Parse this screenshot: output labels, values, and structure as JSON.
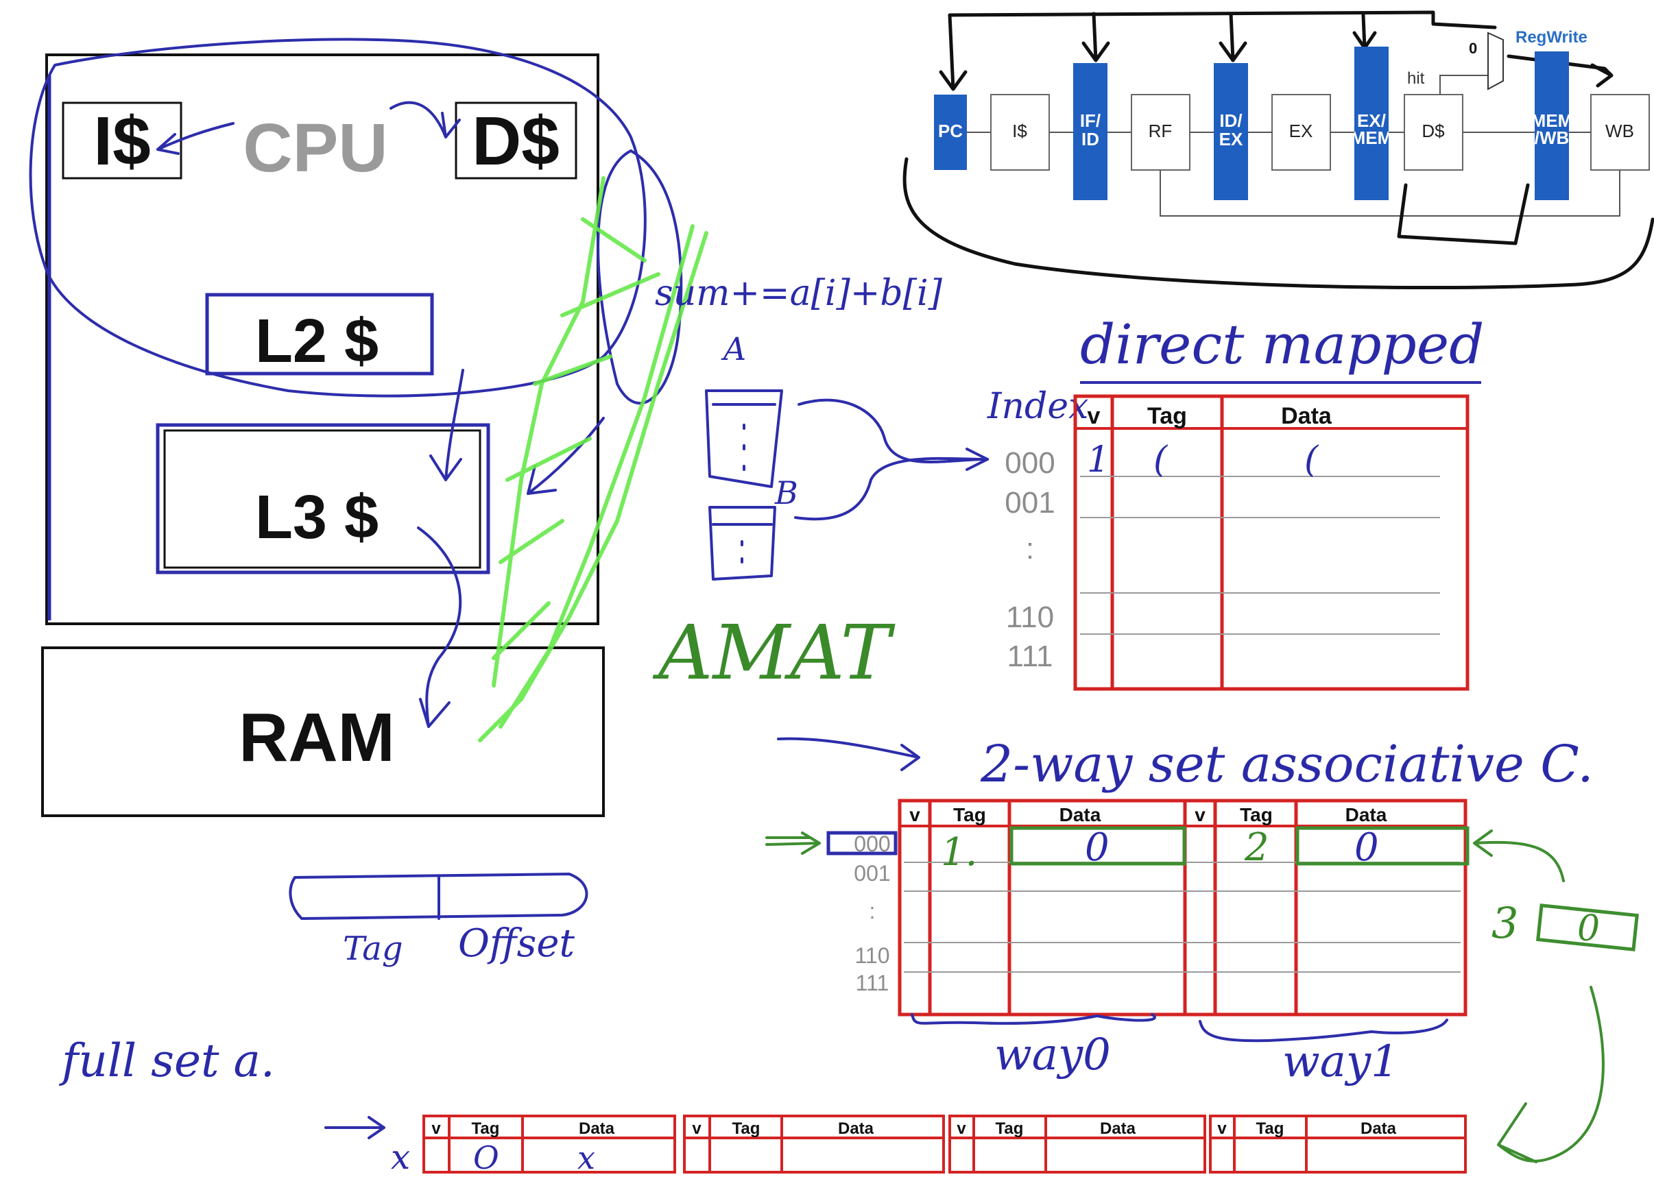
{
  "hierarchy": {
    "icache": "I$",
    "cpu": "CPU",
    "dcache": "D$",
    "l2": "L2 $",
    "l3": "L3 $",
    "ram": "RAM"
  },
  "pipeline": {
    "stages": [
      "PC",
      "I$",
      "IF/\nID",
      "RF",
      "ID/\nEX",
      "EX",
      "EX/\nMEM",
      "D$",
      "MEM\n/WB",
      "WB"
    ],
    "regwrite": "RegWrite",
    "mux_zero": "0",
    "hit": "hit",
    "colors": {
      "register": "#1f5fbf",
      "box": "#ffffff"
    }
  },
  "handwriting": {
    "code": "sum+=a[i]+b[i]",
    "label_a": "A",
    "label_b": "B",
    "amat": "AMAT",
    "direct_mapped": "direct mapped",
    "index": "Index",
    "two_way": "2-way set associative C.",
    "way0": "way0",
    "way1": "way1",
    "tag": "Tag",
    "offset": "Offset",
    "full_set": "full set a.",
    "cross": "x",
    "num1": "1.",
    "num2": "2",
    "num3": "3"
  },
  "direct_mapped_table": {
    "headers": [
      "v",
      "Tag",
      "Data"
    ],
    "indices": [
      "000",
      "001",
      ":",
      "110",
      "111"
    ],
    "row0": {
      "v": "1",
      "tag": "(",
      "data": "("
    }
  },
  "two_way_table": {
    "headers": [
      "v",
      "Tag",
      "Data",
      "v",
      "Tag",
      "Data"
    ],
    "indices": [
      "000",
      "001",
      ":",
      "110",
      "111"
    ],
    "row0_data": [
      "0",
      "0"
    ],
    "incoming": "0"
  },
  "full_assoc_table": {
    "headers": [
      "v",
      "Tag",
      "Data",
      "v",
      "Tag",
      "Data",
      "v",
      "Tag",
      "Data",
      "v",
      "Tag",
      "Data"
    ],
    "row0": {
      "tag": "O",
      "data": "x"
    }
  }
}
